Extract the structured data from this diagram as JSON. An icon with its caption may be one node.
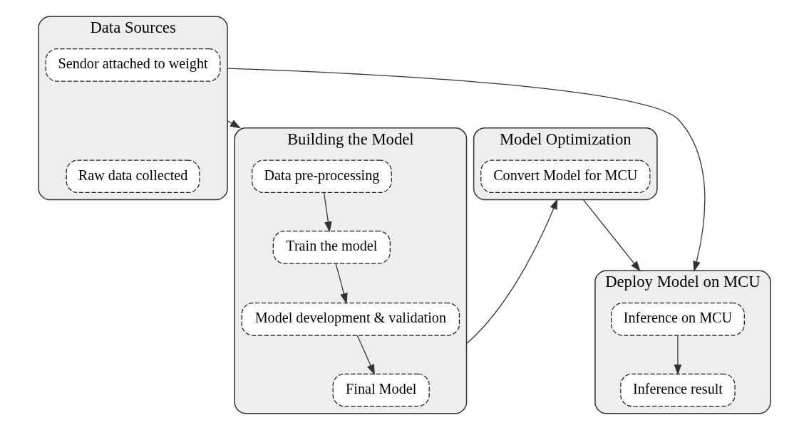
{
  "diagram": {
    "nodes": [
      {
        "text": [
          "Data Sources"
        ]
      },
      {
        "text": [
          "Raw data collected"
        ],
        "in": 0
      },
      {
        "text": [
          "Sendor attached to weight"
        ],
        "in": 0
      },
      {
        "text": [
          "Building the Model"
        ]
      },
      {
        "text": [
          "Data pre-processing"
        ],
        "in": 3
      },
      {
        "text": [
          "Train the model"
        ],
        "in": 3
      },
      {
        "text": [
          "Model development & validation"
        ],
        "in": 3
      },
      {
        "text": [
          "Final Model"
        ],
        "in": 3
      },
      {
        "text": [
          "Model Optimization"
        ]
      },
      {
        "text": [
          "Convert Model for MCU"
        ],
        "in": 8
      },
      {
        "text": [
          "Deploy Model on MCU"
        ]
      },
      {
        "text": [
          "Inference on MCU"
        ],
        "in": 10
      },
      {
        "text": [
          "Inference result"
        ],
        "in": 10
      }
    ],
    "edges": [
      {
        "from": 0,
        "to": 3,
        "arrow": "to"
      },
      {
        "from": 4,
        "to": 5,
        "arrow": "to"
      },
      {
        "from": 5,
        "to": 6,
        "arrow": "to"
      },
      {
        "from": 6,
        "to": 7,
        "arrow": "to"
      },
      {
        "from": 3,
        "to": 8,
        "arrow": "to"
      },
      {
        "from": 0,
        "to": 10,
        "arrow": "to"
      },
      {
        "from": 8,
        "to": 10,
        "arrow": "to"
      },
      {
        "from": 11,
        "to": 12,
        "arrow": "to"
      }
    ]
  }
}
